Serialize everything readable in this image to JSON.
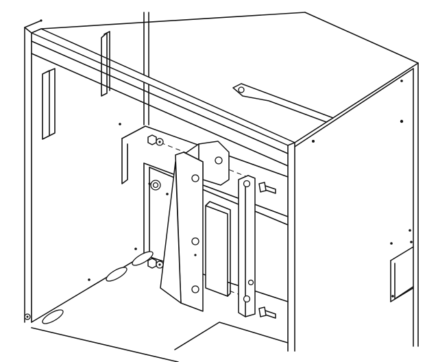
{
  "figure": {
    "kind": "line-art",
    "components": [
      "cabinet-frame",
      "top-cross-rail",
      "rear-mounting-plate",
      "bracket-arm",
      "vertical-channel-bracket",
      "mounting-plate",
      "rail-bar",
      "hex-screws",
      "nuts-and-washers",
      "slotted-base-holes",
      "side-panel-cutout",
      "handle-bracket"
    ],
    "colors": {
      "line": "#111111",
      "background": "#ffffff"
    }
  }
}
